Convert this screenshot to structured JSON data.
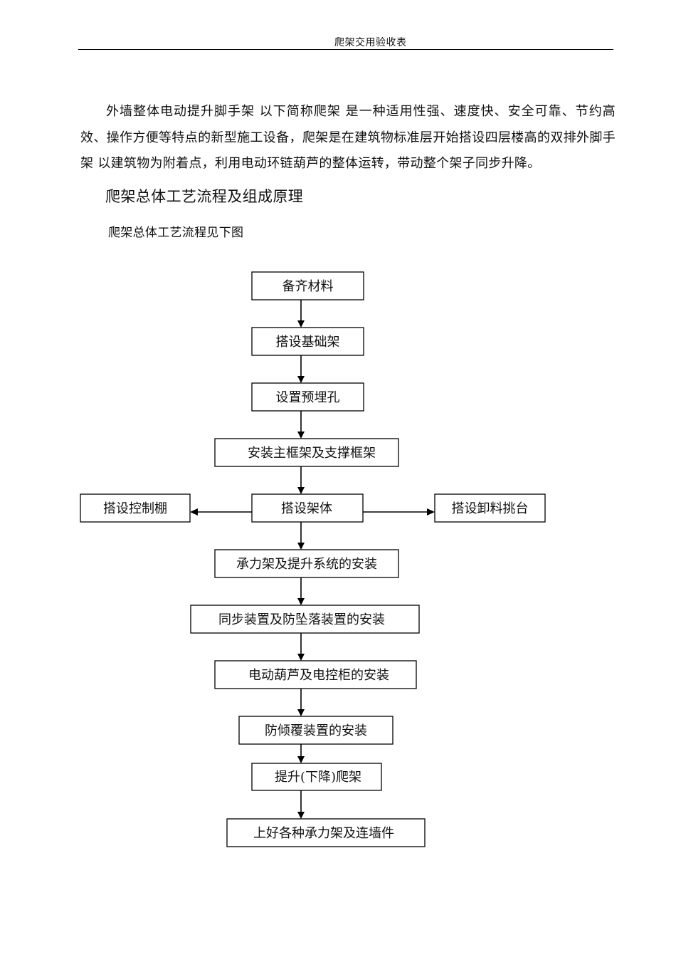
{
  "header": {
    "title": "爬架交用验收表"
  },
  "intro": {
    "paragraph": "外墙整体电动提升脚手架  以下简称爬架  是一种适用性强、速度快、安全可靠、节约高效、操作方便等特点的新型施工设备，爬架是在建筑物标准层开始搭设四层楼高的双排外脚手架  以建筑物为附着点，利用电动环链葫芦的整体运转，带动整个架子同步升降。"
  },
  "section": {
    "heading": "爬架总体工艺流程及组成原理",
    "caption": "爬架总体工艺流程见下图"
  },
  "flowchart": {
    "steps": [
      "备齐材料",
      "搭设基础架",
      "设置预埋孔",
      "安装主框架及支撑框架",
      "搭设架体",
      "承力架及提升系统的安装",
      "同步装置及防坠落装置的安装",
      "电动葫芦及电控柜的安装",
      "防倾覆装置的安装",
      "提升(下降)爬架",
      "上好各种承力架及连墙件"
    ],
    "branch_left": "搭设控制棚",
    "branch_right": "搭设卸料挑台"
  }
}
